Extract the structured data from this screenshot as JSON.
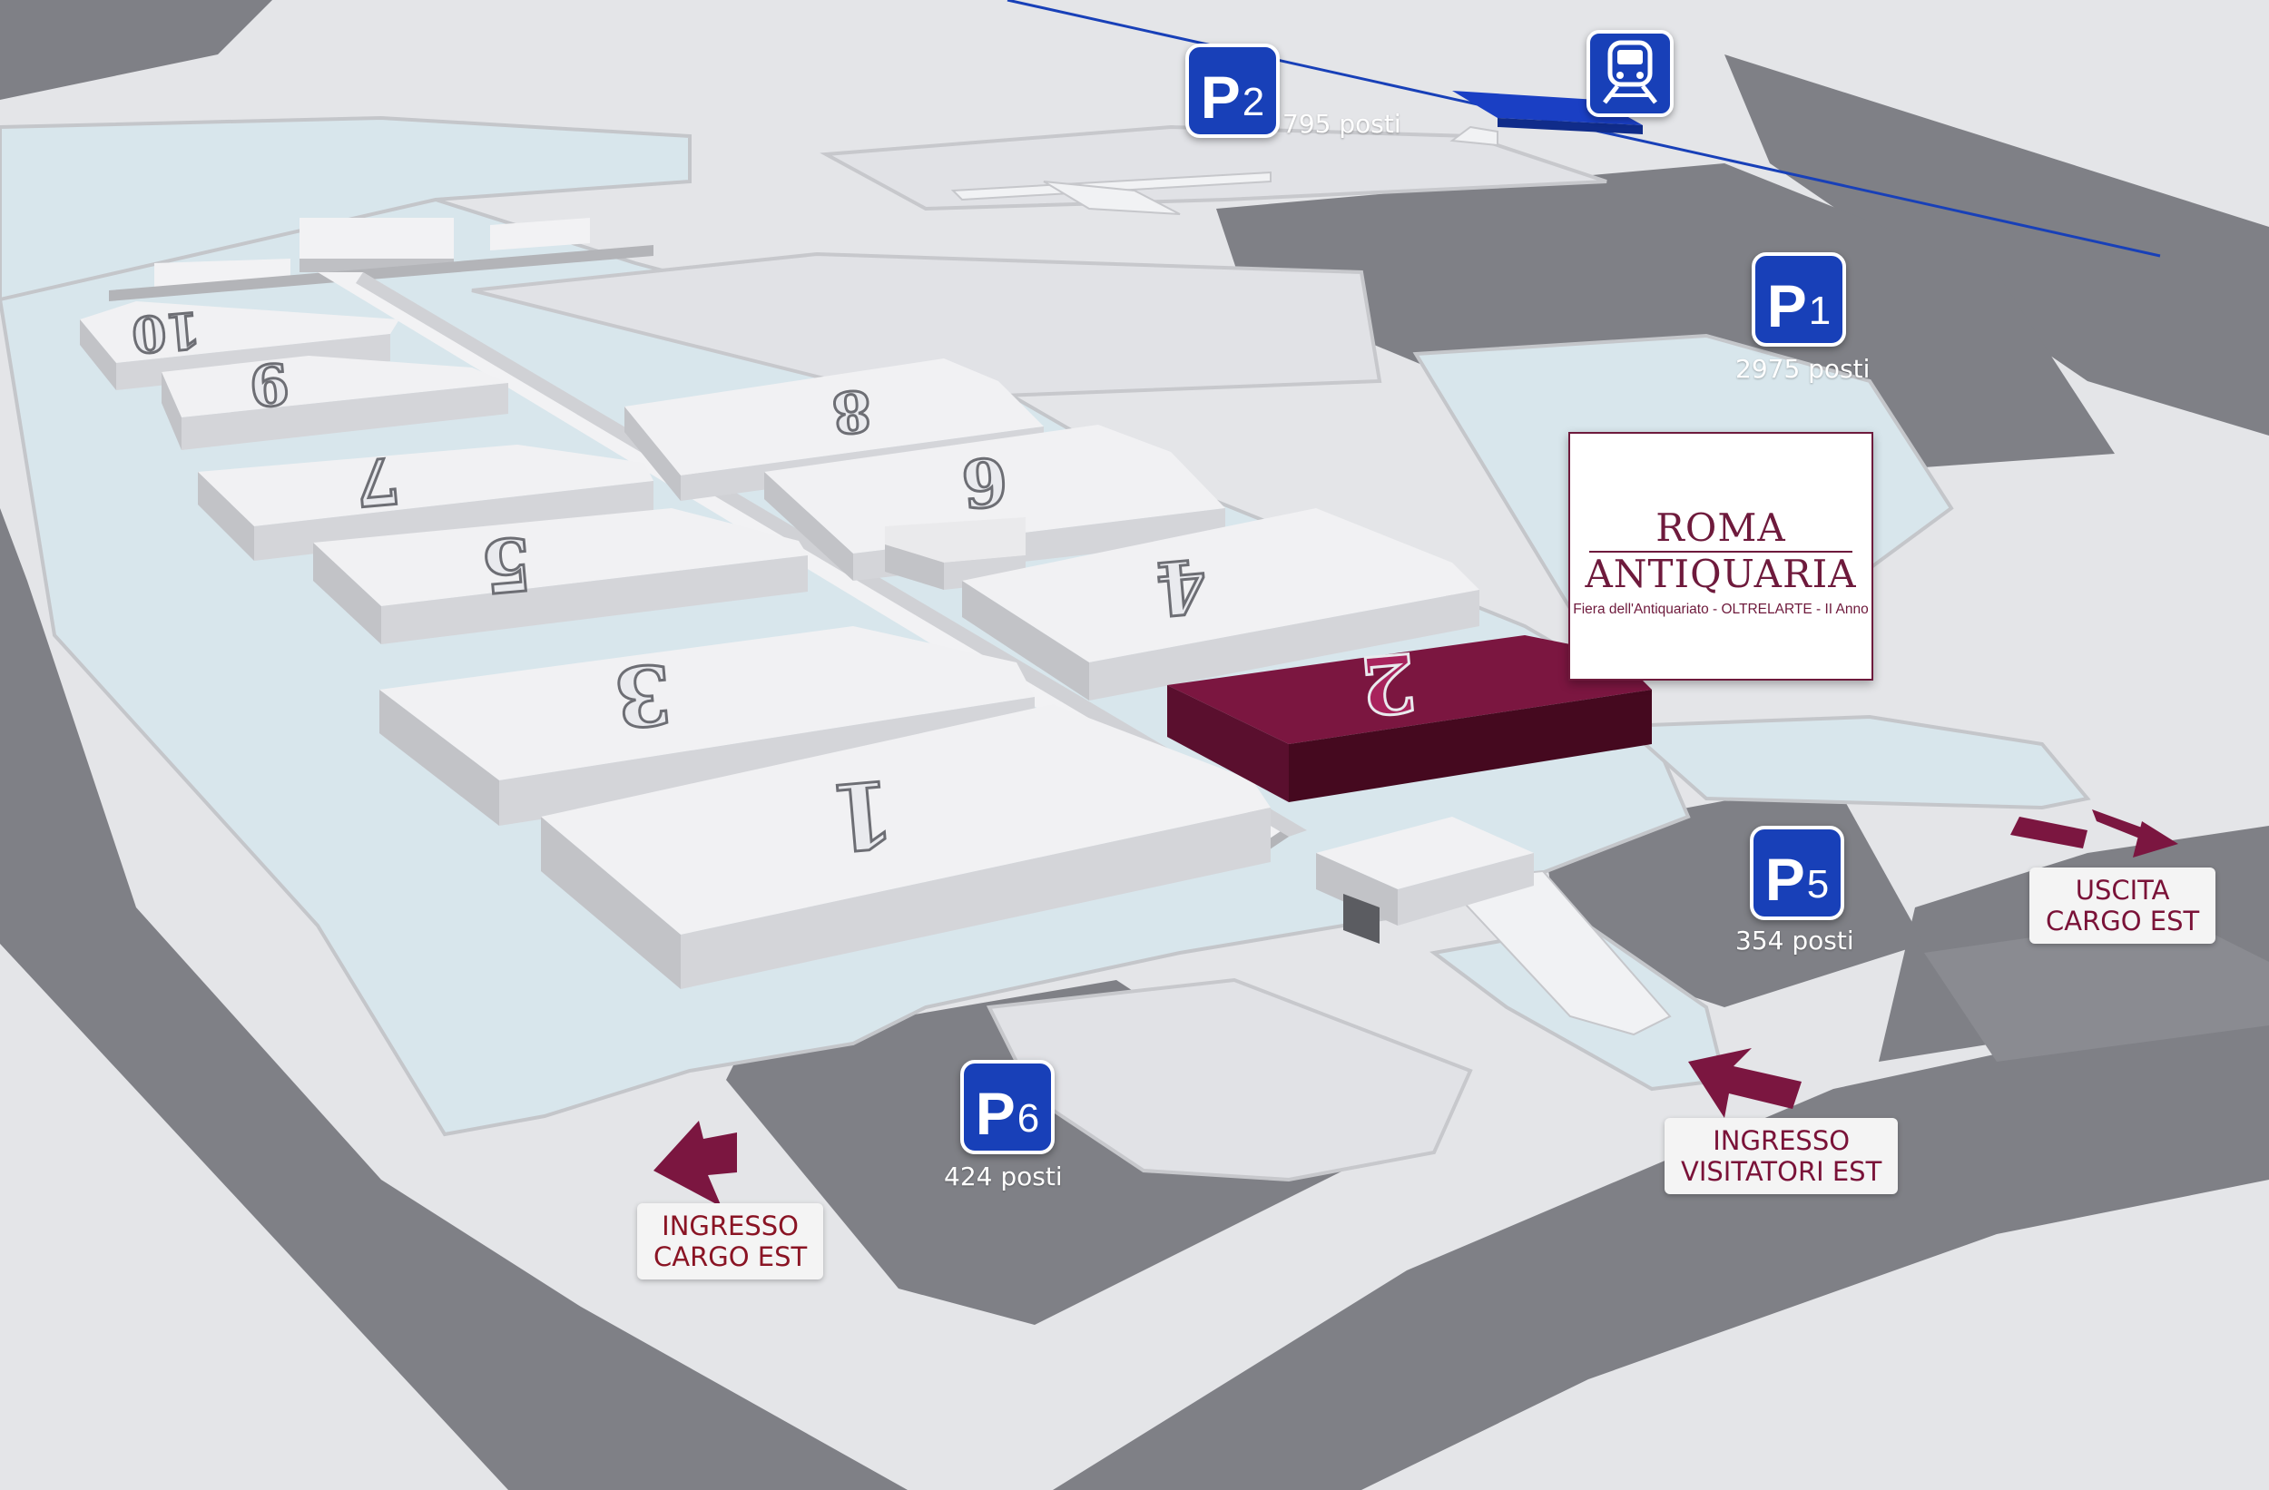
{
  "halls": [
    {
      "id": "10",
      "label": "10"
    },
    {
      "id": "9",
      "label": "9"
    },
    {
      "id": "7",
      "label": "7"
    },
    {
      "id": "5",
      "label": "5"
    },
    {
      "id": "3",
      "label": "3"
    },
    {
      "id": "1",
      "label": "1"
    },
    {
      "id": "8",
      "label": "8"
    },
    {
      "id": "6",
      "label": "6"
    },
    {
      "id": "4",
      "label": "4"
    },
    {
      "id": "2",
      "label": "2",
      "highlighted": true
    }
  ],
  "parking": {
    "p1": {
      "prefix": "P",
      "number": "1",
      "capacity": "2975 posti"
    },
    "p2": {
      "prefix": "P",
      "number": "2",
      "capacity": "795 posti"
    },
    "p5": {
      "prefix": "P",
      "number": "5",
      "capacity": "354 posti"
    },
    "p6": {
      "prefix": "P",
      "number": "6",
      "capacity": "424 posti"
    }
  },
  "entrances": {
    "ingresso_cargo_est": {
      "line1": "INGRESSO",
      "line2": "CARGO EST"
    },
    "ingresso_visitatori_est": {
      "line1": "INGRESSO",
      "line2": "VISITATORI EST"
    },
    "uscita_cargo_est": {
      "line1": "USCITA",
      "line2": "CARGO EST"
    }
  },
  "logo": {
    "line1": "ROMA",
    "line2": "ANTIQUARIA",
    "tagline": "Fiera dell'Antiquariato - OLTRELARTE - II Anno"
  },
  "icons": {
    "train": "train-icon",
    "arrow": "entry-arrow-icon"
  },
  "colors": {
    "parking_badge": "#1840b8",
    "highlight_hall": "#7b1640",
    "entry_arrow": "#7b1640",
    "entry_text": "#7a1238",
    "road": "#7f8086",
    "ground": "#e4e5e8",
    "plaza": "#d8e6ec",
    "building": "#ededf0"
  }
}
